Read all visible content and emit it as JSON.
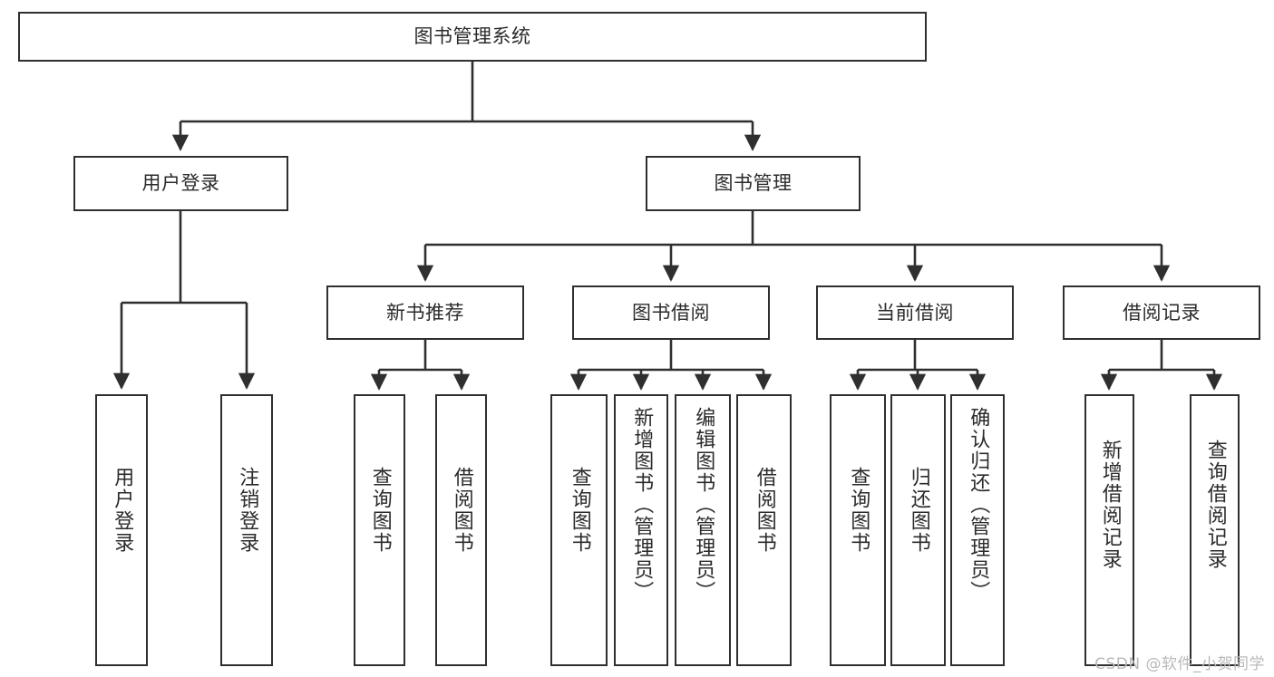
{
  "diagram": {
    "type": "tree",
    "title": "图书管理系统",
    "root": {
      "label": "图书管理系统"
    },
    "level1": [
      {
        "label": "用户登录"
      },
      {
        "label": "图书管理"
      }
    ],
    "level2": [
      {
        "label": "新书推荐",
        "parent": "图书管理"
      },
      {
        "label": "图书借阅",
        "parent": "图书管理"
      },
      {
        "label": "当前借阅",
        "parent": "图书管理"
      },
      {
        "label": "借阅记录",
        "parent": "图书管理"
      }
    ],
    "leaves": {
      "user_login": [
        {
          "label": "用户登录"
        },
        {
          "label": "注销登录"
        }
      ],
      "new_book_recommend": [
        {
          "label": "查询图书"
        },
        {
          "label": "借阅图书"
        }
      ],
      "book_borrow": [
        {
          "label": "查询图书"
        },
        {
          "label": "新增图书（管理员）"
        },
        {
          "label": "编辑图书（管理员）"
        },
        {
          "label": "借阅图书"
        }
      ],
      "current_borrow": [
        {
          "label": "查询图书"
        },
        {
          "label": "归还图书"
        },
        {
          "label": "确认归还（管理员）"
        }
      ],
      "borrow_record": [
        {
          "label": "新增借阅记录"
        },
        {
          "label": "查询借阅记录"
        }
      ]
    }
  },
  "watermark": {
    "text": "CSDN @软件_小贺同学"
  },
  "colors": {
    "stroke": "#2f2f2f",
    "background": "#ffffff",
    "text": "#2b2b2b",
    "watermark": "#b9b9b9"
  }
}
